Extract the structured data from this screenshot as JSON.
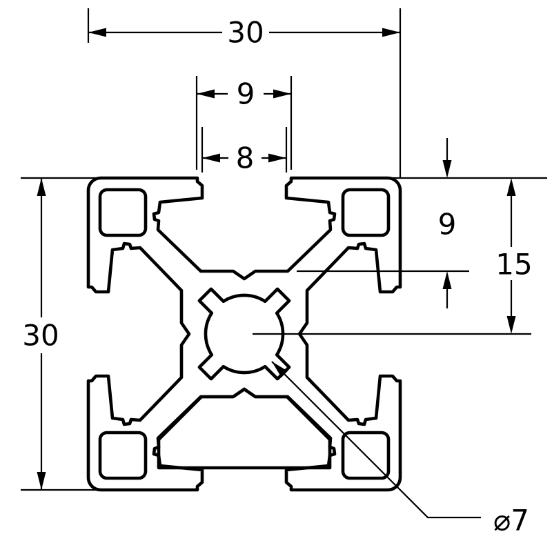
{
  "drawing": {
    "background": "#ffffff",
    "line_color": "#000000",
    "profile_name": "30x30 t-slot extrusion cross-section",
    "dimensions": {
      "overall_width": "30",
      "overall_height": "30",
      "slot_face_opening": "9",
      "slot_throat_opening": "8",
      "slot_depth": "9",
      "face_to_center": "15",
      "center_bore": "⌀7"
    }
  }
}
